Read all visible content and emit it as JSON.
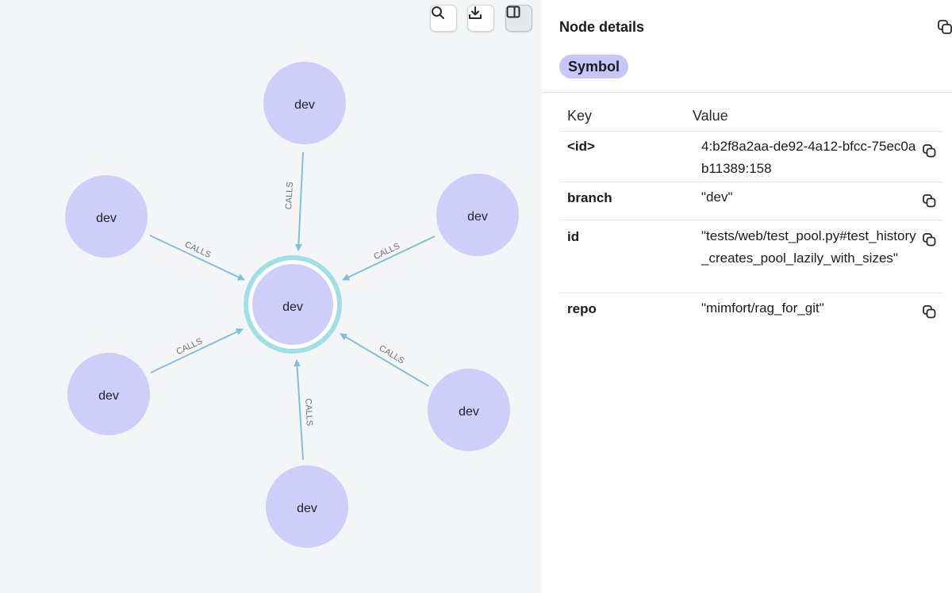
{
  "graph": {
    "center": {
      "label": "dev"
    },
    "nodes": [
      {
        "label": "dev"
      },
      {
        "label": "dev"
      },
      {
        "label": "dev"
      },
      {
        "label": "dev"
      },
      {
        "label": "dev"
      },
      {
        "label": "dev"
      }
    ],
    "edges": [
      {
        "label": "CALLS"
      },
      {
        "label": "CALLS"
      },
      {
        "label": "CALLS"
      },
      {
        "label": "CALLS"
      },
      {
        "label": "CALLS"
      },
      {
        "label": "CALLS"
      }
    ],
    "colors": {
      "node_fill": "#cfcdfa",
      "selected_ring": "#9fe0e6",
      "edge": "#7ec1de",
      "edge_label": "#707070",
      "canvas_bg": "#f4f5f6"
    }
  },
  "toolbar": {
    "buttons": [
      {
        "icon": "search-icon"
      },
      {
        "icon": "download-icon"
      },
      {
        "icon": "panel-toggle-icon"
      }
    ]
  },
  "panel": {
    "title": "Node details",
    "copy_icon": "copy-icon",
    "label_chip": "Symbol",
    "chip_color": "#c7c6f8",
    "columns": {
      "key": "Key",
      "value": "Value"
    },
    "properties": [
      {
        "key": "<id>",
        "value": "4:b2f8a2aa-de92-4a12-bfcc-75ec0ab11389:158"
      },
      {
        "key": "branch",
        "value": "\"dev\""
      },
      {
        "key": "id",
        "value": "\"tests/web/test_pool.py#test_history_creates_pool_lazily_with_sizes\""
      },
      {
        "key": "repo",
        "value": "\"mimfort/rag_for_git\""
      }
    ]
  }
}
